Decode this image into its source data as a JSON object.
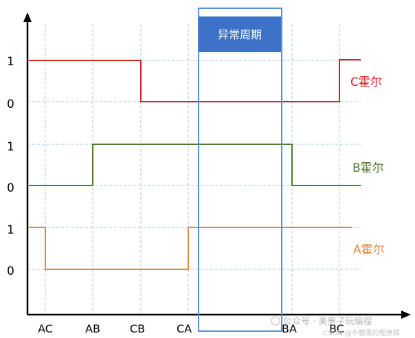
{
  "colors": {
    "c_hall": "#d62020",
    "b_hall": "#4e7a2f",
    "a_hall": "#e08a3c",
    "highlight": "#5b8fd6",
    "badge_bg": "#3d72c8",
    "axis": "#000000",
    "grid": "#a8c4d8"
  },
  "badge": {
    "label": "异常周期"
  },
  "x_labels": [
    "AC",
    "AB",
    "CB",
    "CA",
    "BA",
    "BC"
  ],
  "levels": {
    "c_high": "1",
    "c_low": "0",
    "b_high": "1",
    "b_low": "0",
    "a_high": "1",
    "a_low": "0"
  },
  "signals": {
    "c": {
      "name": "C霍尔",
      "states": [
        "1 until CB",
        "0 from CB to BC",
        "1 after BC"
      ]
    },
    "b": {
      "name": "B霍尔",
      "states": [
        "0 until AB",
        "1 from AB to BA",
        "0 after BA"
      ]
    },
    "a": {
      "name": "A霍尔",
      "states": [
        "1 until AC",
        "0 from AC to CA",
        "1 after CA"
      ]
    }
  },
  "watermark": {
    "line1": "公众号 · 美男子玩编程",
    "line2": "CSDN @不脱发的程序猿"
  }
}
